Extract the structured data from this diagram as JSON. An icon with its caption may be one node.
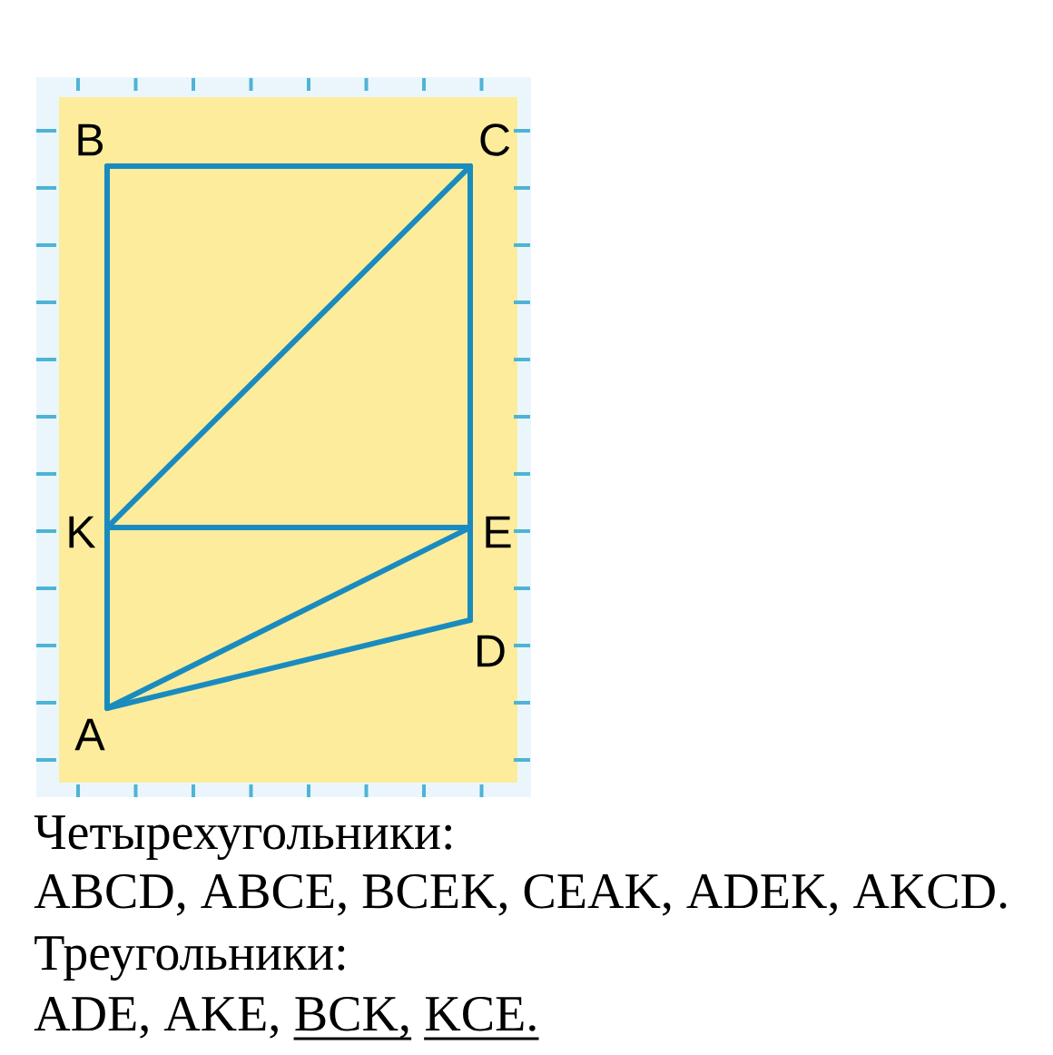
{
  "diagram": {
    "nodes": [
      {
        "text": [
          "B"
        ]
      },
      {
        "text": [
          "C"
        ]
      },
      {
        "text": [
          "K"
        ]
      },
      {
        "text": [
          "E"
        ]
      },
      {
        "text": [
          "D"
        ]
      },
      {
        "text": [
          "A"
        ]
      }
    ],
    "edges": [
      {
        "from": 0,
        "to": 1,
        "arrow": "none"
      },
      {
        "from": 0,
        "to": 2,
        "arrow": "none"
      },
      {
        "from": 2,
        "to": 5,
        "arrow": "none"
      },
      {
        "from": 1,
        "to": 3,
        "arrow": "none"
      },
      {
        "from": 3,
        "to": 4,
        "arrow": "none"
      },
      {
        "from": 2,
        "to": 1,
        "arrow": "none"
      },
      {
        "from": 2,
        "to": 3,
        "arrow": "none"
      },
      {
        "from": 5,
        "to": 3,
        "arrow": "none"
      },
      {
        "from": 5,
        "to": 4,
        "arrow": "none"
      }
    ],
    "labels": [
      "Четырехугольники:",
      "ABCD, ABCE, BCEK, CEAK, ADEK, AKCD.",
      "Треугольники:",
      "ADE, AKE,",
      "BCK,",
      "KCE."
    ]
  }
}
